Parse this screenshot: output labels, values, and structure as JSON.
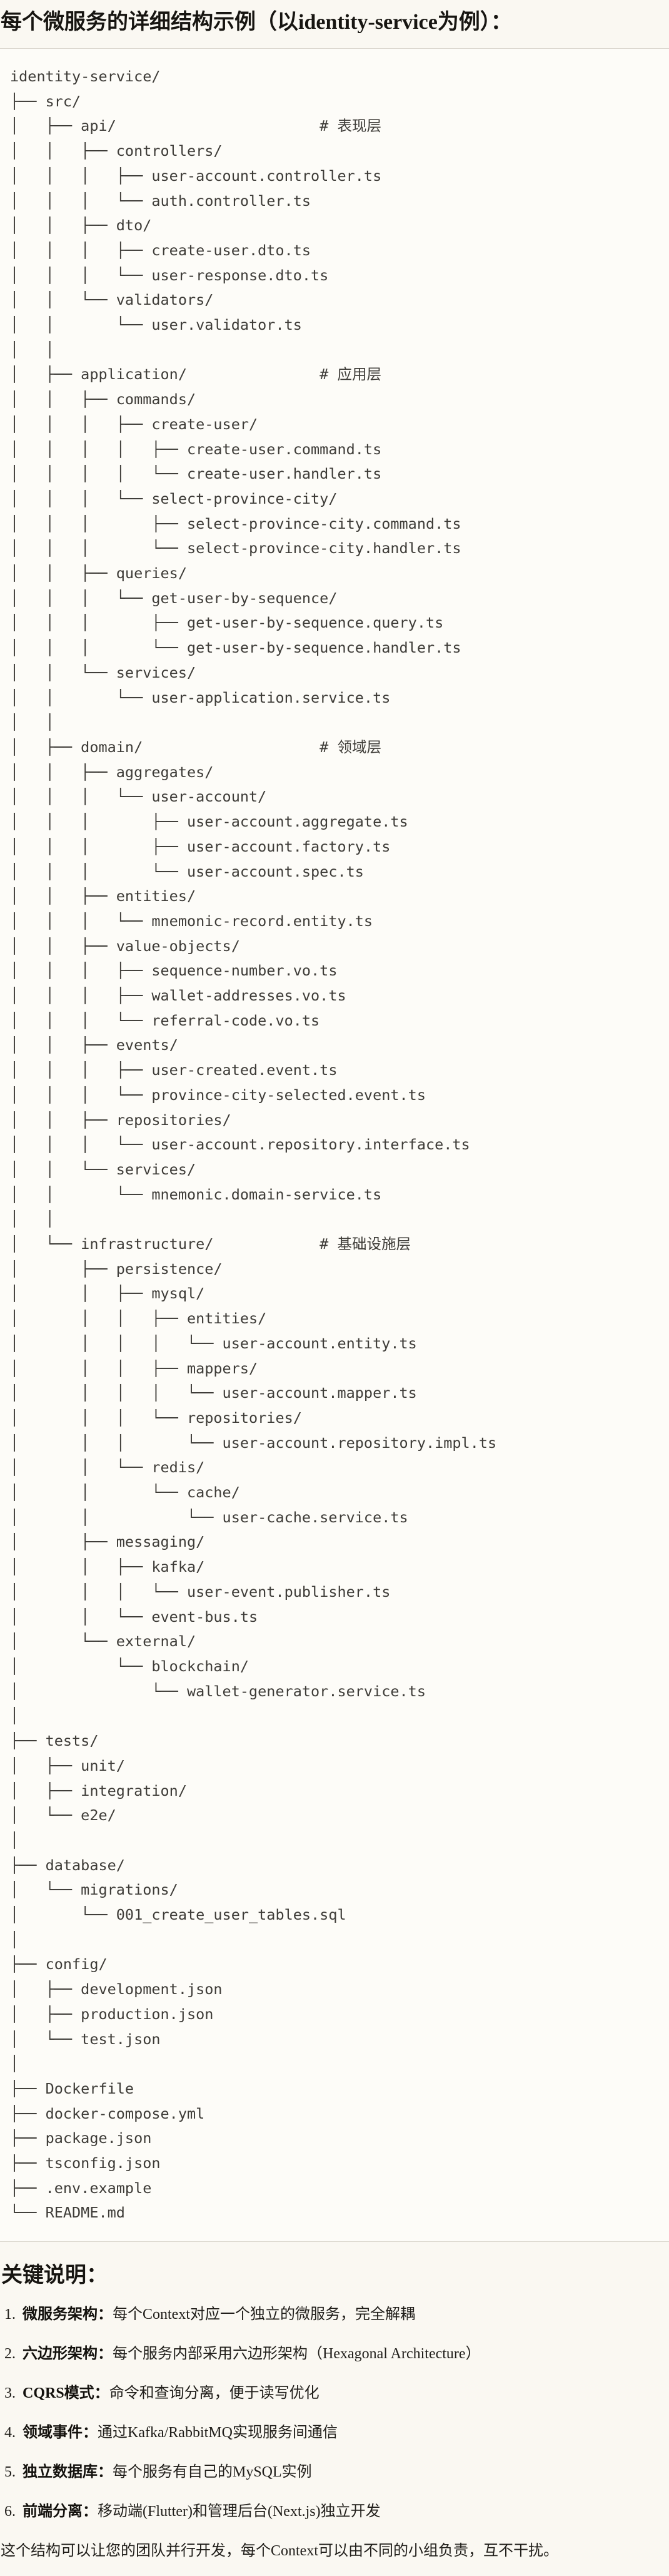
{
  "page": {
    "title": "每个微服务的详细结构示例（以identity-service为例）："
  },
  "code_block": {
    "content_type": "ascii-file-tree",
    "text": "identity-service/\n├── src/\n│   ├── api/                       # 表现层\n│   │   ├── controllers/\n│   │   │   ├── user-account.controller.ts\n│   │   │   └── auth.controller.ts\n│   │   ├── dto/\n│   │   │   ├── create-user.dto.ts\n│   │   │   └── user-response.dto.ts\n│   │   └── validators/\n│   │       └── user.validator.ts\n│   │\n│   ├── application/               # 应用层\n│   │   ├── commands/\n│   │   │   ├── create-user/\n│   │   │   │   ├── create-user.command.ts\n│   │   │   │   └── create-user.handler.ts\n│   │   │   └── select-province-city/\n│   │   │       ├── select-province-city.command.ts\n│   │   │       └── select-province-city.handler.ts\n│   │   ├── queries/\n│   │   │   └── get-user-by-sequence/\n│   │   │       ├── get-user-by-sequence.query.ts\n│   │   │       └── get-user-by-sequence.handler.ts\n│   │   └── services/\n│   │       └── user-application.service.ts\n│   │\n│   ├── domain/                    # 领域层\n│   │   ├── aggregates/\n│   │   │   └── user-account/\n│   │   │       ├── user-account.aggregate.ts\n│   │   │       ├── user-account.factory.ts\n│   │   │       └── user-account.spec.ts\n│   │   ├── entities/\n│   │   │   └── mnemonic-record.entity.ts\n│   │   ├── value-objects/\n│   │   │   ├── sequence-number.vo.ts\n│   │   │   ├── wallet-addresses.vo.ts\n│   │   │   └── referral-code.vo.ts\n│   │   ├── events/\n│   │   │   ├── user-created.event.ts\n│   │   │   └── province-city-selected.event.ts\n│   │   ├── repositories/\n│   │   │   └── user-account.repository.interface.ts\n│   │   └── services/\n│   │       └── mnemonic.domain-service.ts\n│   │\n│   └── infrastructure/            # 基础设施层\n│       ├── persistence/\n│       │   ├── mysql/\n│       │   │   ├── entities/\n│       │   │   │   └── user-account.entity.ts\n│       │   │   ├── mappers/\n│       │   │   │   └── user-account.mapper.ts\n│       │   │   └── repositories/\n│       │   │       └── user-account.repository.impl.ts\n│       │   └── redis/\n│       │       └── cache/\n│       │           └── user-cache.service.ts\n│       ├── messaging/\n│       │   ├── kafka/\n│       │   │   └── user-event.publisher.ts\n│       │   └── event-bus.ts\n│       └── external/\n│           └── blockchain/\n│               └── wallet-generator.service.ts\n│\n├── tests/\n│   ├── unit/\n│   ├── integration/\n│   └── e2e/\n│\n├── database/\n│   └── migrations/\n│       └── 001_create_user_tables.sql\n│\n├── config/\n│   ├── development.json\n│   ├── production.json\n│   └── test.json\n│\n├── Dockerfile\n├── docker-compose.yml\n├── package.json\n├── tsconfig.json\n├── .env.example\n└── README.md"
  },
  "notes": {
    "heading": "关键说明：",
    "items": [
      {
        "num": "1.",
        "term": "微服务架构：",
        "desc": "每个Context对应一个独立的微服务，完全解耦"
      },
      {
        "num": "2.",
        "term": "六边形架构：",
        "desc": "每个服务内部采用六边形架构（Hexagonal Architecture）"
      },
      {
        "num": "3.",
        "term": "CQRS模式：",
        "desc": "命令和查询分离，便于读写优化"
      },
      {
        "num": "4.",
        "term": "领域事件：",
        "desc": "通过Kafka/RabbitMQ实现服务间通信"
      },
      {
        "num": "5.",
        "term": "独立数据库：",
        "desc": "每个服务有自己的MySQL实例"
      },
      {
        "num": "6.",
        "term": "前端分离：",
        "desc": "移动端(Flutter)和管理后台(Next.js)独立开发"
      }
    ],
    "footer": "这个结构可以让您的团队并行开发，每个Context可以由不同的小组负责，互不干扰。"
  },
  "colors": {
    "page_background": "#FAF8F2",
    "code_background": "#FDFCF8",
    "code_border": "#DCD8CF",
    "code_text": "#3E3C38",
    "heading_text": "#171511",
    "body_text": "#201E1A"
  }
}
